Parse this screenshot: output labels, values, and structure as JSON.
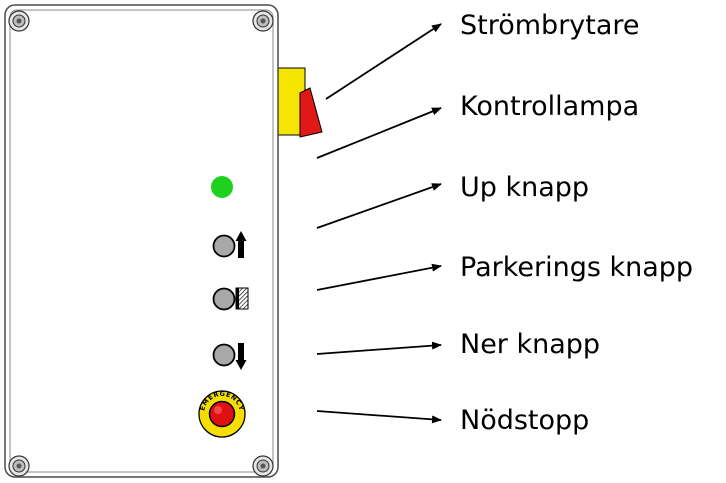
{
  "callouts": [
    {
      "id": "power-switch",
      "label": "Strömbrytare"
    },
    {
      "id": "indicator-lamp",
      "label": "Kontrollampa"
    },
    {
      "id": "up-button",
      "label": "Up knapp"
    },
    {
      "id": "parking-button",
      "label": "Parkerings knapp"
    },
    {
      "id": "down-button",
      "label": "Ner knapp"
    },
    {
      "id": "emergency-stop",
      "label": "Nödstopp"
    }
  ],
  "emergency_ring_text": "EMERGENCY",
  "colors": {
    "switch_yellow": "#f5e400",
    "switch_red": "#e01818",
    "lamp_green": "#1fd11f",
    "button_gray": "#a8a8a8",
    "estop_yellow": "#f5df00",
    "estop_red": "#e01010",
    "outline": "#000000"
  },
  "icons": [
    "screw-icon",
    "arrow-up-icon",
    "parking-hatch-icon",
    "arrow-down-icon"
  ]
}
